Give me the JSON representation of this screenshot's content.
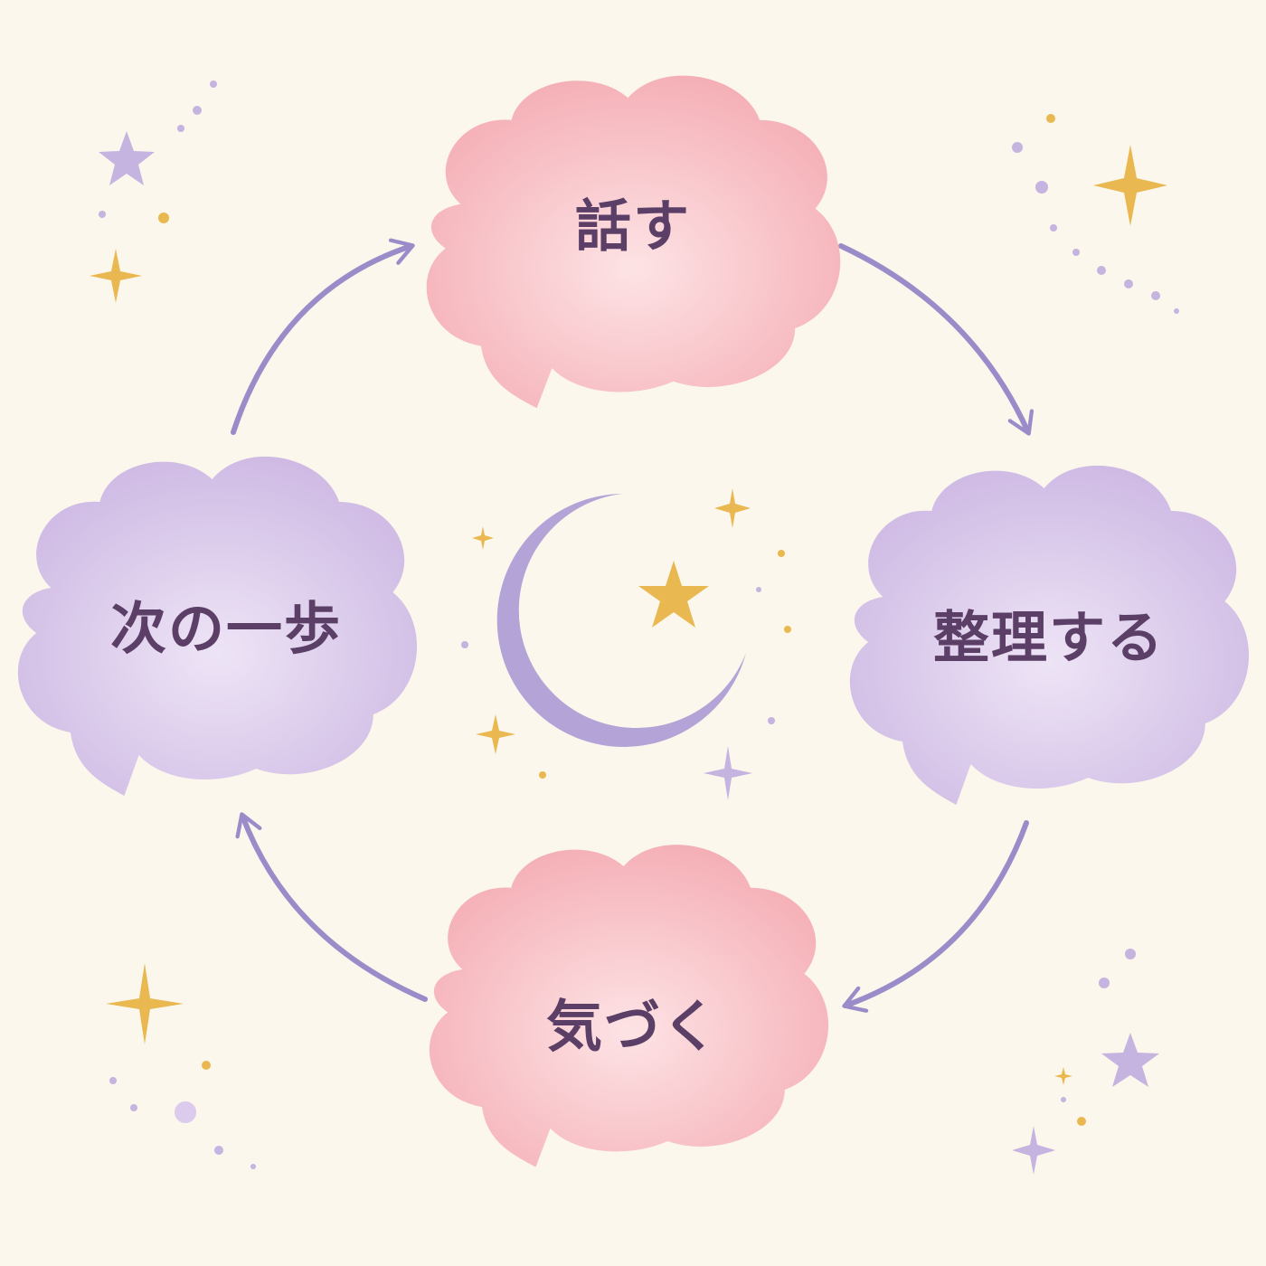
{
  "colors": {
    "background": "#fbf7ec",
    "pink_bubble": "#f6b8bd",
    "pink_bubble_light": "#fde1e3",
    "purple_bubble": "#d3bfe6",
    "purple_bubble_light": "#ede2f5",
    "arrow": "#9a8cc9",
    "moon": "#b3a3d6",
    "gold": "#e9b850",
    "lilac_star": "#c5b3e0",
    "label_text": "#5b3f66"
  },
  "steps": [
    {
      "label": "話す",
      "color": "pink"
    },
    {
      "label": "整理する",
      "color": "purple"
    },
    {
      "label": "気づく",
      "color": "pink"
    },
    {
      "label": "次の一歩",
      "color": "purple"
    }
  ],
  "center": {
    "icon": "crescent-moon-icon",
    "accent_icon": "star-icon"
  }
}
